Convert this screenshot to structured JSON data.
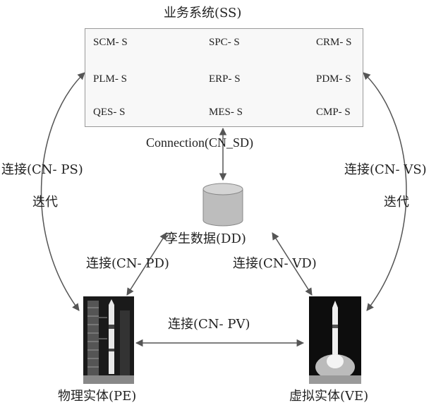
{
  "ss_title": "业务系统(SS)",
  "systems": {
    "scm": "SCM- S",
    "spc": "SPC- S",
    "crm": "CRM- S",
    "plm": "PLM- S",
    "erp": "ERP- S",
    "pdm": "PDM- S",
    "qes": "QES- S",
    "mes": "MES- S",
    "cmp": "CMP- S"
  },
  "cn_sd": "Connection(CN_SD)",
  "cn_ps": "连接(CN- PS)",
  "cn_vs": "连接(CN- VS)",
  "iterate_left": "迭代",
  "iterate_right": "迭代",
  "dd": "孪生数据(DD)",
  "cn_pd": "连接(CN- PD)",
  "cn_vd": "连接(CN- VD)",
  "cn_pv": "连接(CN- PV)",
  "pe": "物理实体(PE)",
  "ve": "虚拟实体(VE)",
  "colors": {
    "line": "#555555",
    "cylinder": "#bdbdbd",
    "box_border": "#999999"
  }
}
